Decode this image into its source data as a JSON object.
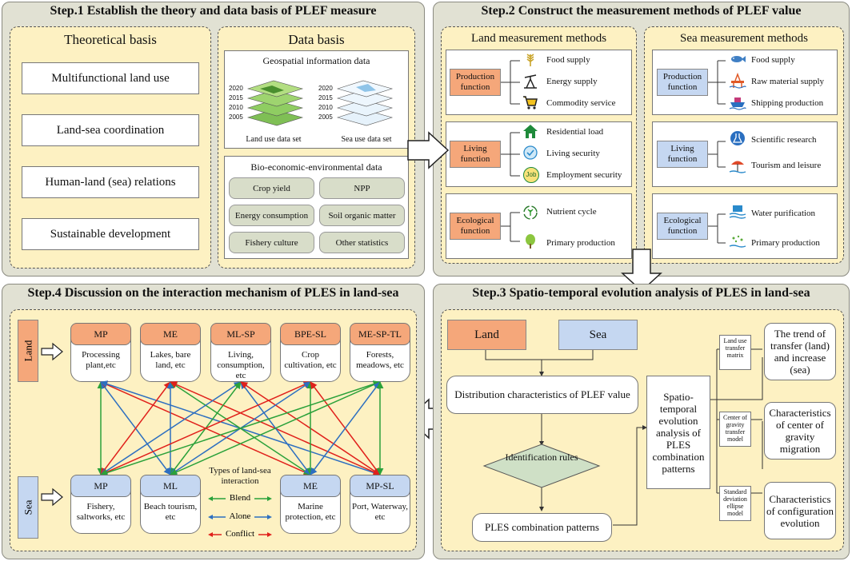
{
  "colors": {
    "panel_bg": "#e1e1d3",
    "dash_bg": "#fdf1c2",
    "orange": "#f5a77a",
    "blue": "#c5d7f1",
    "blend": "#2aa13a",
    "alone": "#2d6fc0",
    "conflict": "#e0201b"
  },
  "step1": {
    "title": "Step.1  Establish the theory and data basis of PLEF measure",
    "theoretical": {
      "heading": "Theoretical basis",
      "items": [
        "Multifunctional land use",
        "Land-sea coordination",
        "Human-land (sea) relations",
        "Sustainable development"
      ]
    },
    "data": {
      "heading": "Data basis",
      "geo_title": "Geospatial information data",
      "years": [
        "2020",
        "2015",
        "2010",
        "2005"
      ],
      "land_caption": "Land use data set",
      "sea_caption": "Sea use data set",
      "bio_title": "Bio-economic-environmental data",
      "bio_items": [
        "Crop yield",
        "NPP",
        "Energy consumption",
        "Soil organic matter",
        "Fishery culture",
        "Other statistics"
      ]
    }
  },
  "step2": {
    "title": "Step.2  Construct the measurement methods of  PLEF value",
    "land": {
      "heading": "Land measurement methods",
      "groups": [
        {
          "name": "Production function",
          "items": [
            "Food supply",
            "Energy supply",
            "Commodity service"
          ]
        },
        {
          "name": "Living function",
          "items": [
            "Residential load",
            "Living security",
            "Employment security"
          ]
        },
        {
          "name": "Ecological function",
          "items": [
            "Nutrient cycle",
            "Primary production"
          ]
        }
      ]
    },
    "sea": {
      "heading": "Sea measurement methods",
      "groups": [
        {
          "name": "Production function",
          "items": [
            "Food supply",
            "Raw material supply",
            "Shipping production"
          ]
        },
        {
          "name": "Living function",
          "items": [
            "Scientific research",
            "Tourism and leisure"
          ]
        },
        {
          "name": "Ecological function",
          "items": [
            "Water purification",
            "Primary production"
          ]
        }
      ]
    },
    "job_icon_text": "Job"
  },
  "step3": {
    "title": "Step.3  Spatio-temporal evolution analysis of PLES in land-sea",
    "land": "Land",
    "sea": "Sea",
    "distribution": "Distribution characteristics of PLEF value",
    "identification": "Identification rules",
    "patterns": "PLES combination patterns",
    "analysis": "Spatio-temporal evolution analysis of PLES combination patterns",
    "methods": [
      "Land use transfer matrix",
      "Center of gravity transfer model",
      "Standard deviation ellipse model"
    ],
    "results": [
      "The trend of transfer (land) and increase (sea)",
      "Characteristics of center of gravity migration",
      "Characteristics of configuration evolution"
    ]
  },
  "step4": {
    "title": "Step.4  Discussion on the interaction mechanism of PLES in land-sea",
    "land_label": "Land",
    "sea_label": "Sea",
    "land_nodes": [
      {
        "code": "MP",
        "desc": "Processing plant,etc"
      },
      {
        "code": "ME",
        "desc": "Lakes, bare land, etc"
      },
      {
        "code": "ML-SP",
        "desc": "Living, consumption, etc"
      },
      {
        "code": "BPE-SL",
        "desc": "Crop cultivation, etc"
      },
      {
        "code": "ME-SP-TL",
        "desc": "Forests, meadows, etc"
      }
    ],
    "sea_nodes": [
      {
        "code": "MP",
        "desc": "Fishery, saltworks, etc"
      },
      {
        "code": "ML",
        "desc": "Beach tourism, etc"
      },
      {
        "code": "ME",
        "desc": "Marine protection, etc"
      },
      {
        "code": "MP-SL",
        "desc": "Port, Waterway, etc"
      }
    ],
    "legend_title": "Types of land-sea interaction",
    "legend": [
      "Blend",
      "Alone",
      "Conflict"
    ]
  }
}
